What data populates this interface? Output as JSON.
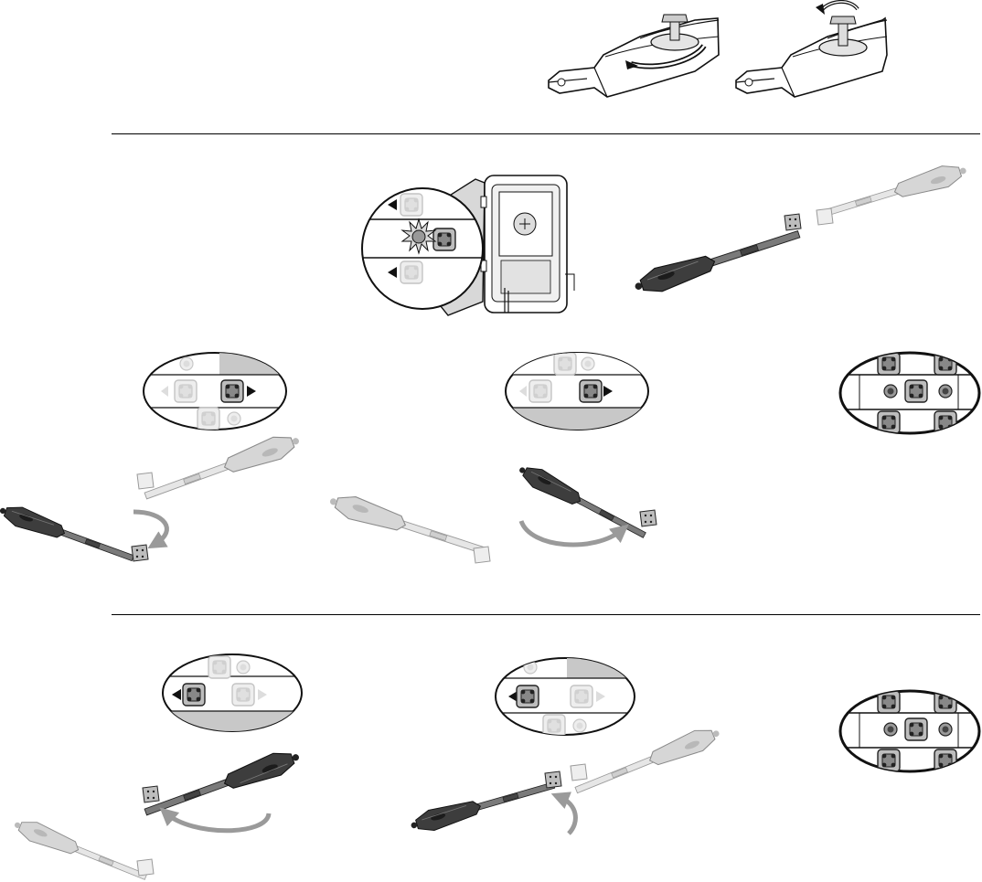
{
  "dividers": [
    {
      "name": "divider-top"
    },
    {
      "name": "divider-bottom"
    }
  ],
  "icons": [
    "key-release-illustration",
    "control-unit-illustration",
    "selector-button-icon",
    "arrow-right-icon",
    "arrow-left-icon",
    "led-indicator-icon",
    "gate-motor-actuator",
    "curved-direction-arrow-icon",
    "mounting-bracket"
  ],
  "colors": {
    "line": "#222222",
    "motor_dark": "#3a3a3a",
    "motor_light": "#d4d4d4",
    "panel_gray": "#c8c8c8",
    "arrow_gray": "#9a9a9a"
  }
}
